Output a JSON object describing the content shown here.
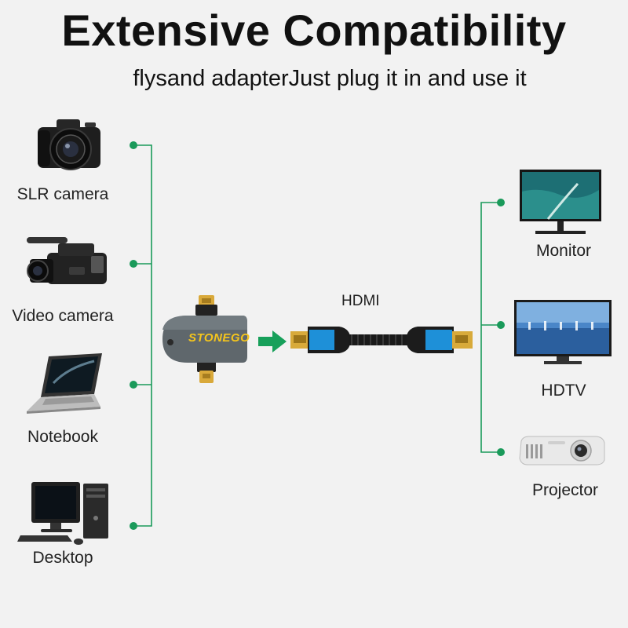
{
  "header": {
    "title": "Extensive Compatibility",
    "subtitle": "flysand adapterJust plug it in and use it"
  },
  "sources": [
    {
      "label": "SLR camera",
      "icon": "slr-camera-icon"
    },
    {
      "label": "Video camera",
      "icon": "video-camera-icon"
    },
    {
      "label": "Notebook",
      "icon": "notebook-icon"
    },
    {
      "label": "Desktop",
      "icon": "desktop-computer-icon"
    }
  ],
  "adapter": {
    "brand": "STONEGO"
  },
  "cable": {
    "label": "HDMI"
  },
  "outputs": [
    {
      "label": "Monitor",
      "icon": "monitor-icon"
    },
    {
      "label": "HDTV",
      "icon": "hdtv-icon"
    },
    {
      "label": "Projector",
      "icon": "projector-icon"
    }
  ],
  "colors": {
    "connector_green": "#1a9a5a",
    "arrow_green": "#17a05a",
    "cable_blue": "#1e90d8"
  }
}
